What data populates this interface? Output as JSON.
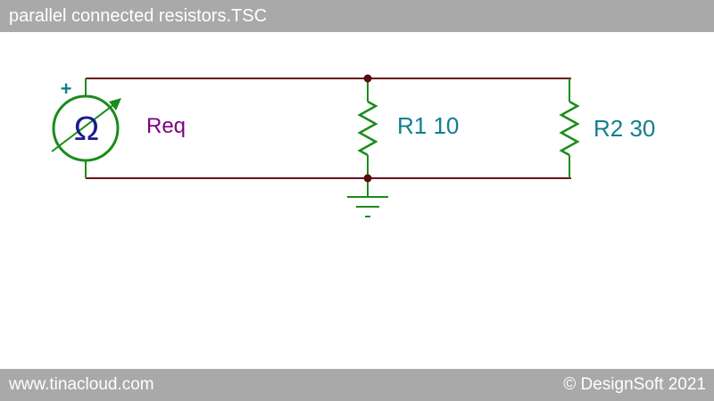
{
  "window": {
    "title": "parallel connected resistors.TSC"
  },
  "circuit": {
    "meter": {
      "symbol": "Ω",
      "polarity": "+",
      "label": "Req",
      "icon": "ohmmeter-icon"
    },
    "resistors": [
      {
        "name": "R1",
        "value": "10",
        "label": "R1 10"
      },
      {
        "name": "R2",
        "value": "30",
        "label": "R2 30"
      }
    ],
    "ground": {
      "icon": "ground-icon"
    },
    "colors": {
      "wire": "#6b0f1a",
      "component": "#1a8c1a",
      "junction": "#5a0a12",
      "resistor_label": "#0f7f8f",
      "meter_label": "#800080",
      "meter_symbol": "#1a1a8c"
    }
  },
  "footer": {
    "website": "www.tinacloud.com",
    "copyright": "© DesignSoft 2021"
  }
}
